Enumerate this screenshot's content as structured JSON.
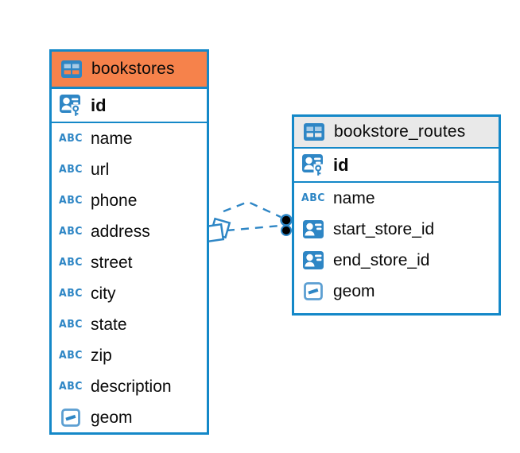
{
  "diagram": {
    "colors": {
      "accent_blue": "#1488C8",
      "icon_blue": "#2E86C5",
      "bookstores_header_orange": "#F6824B",
      "routes_header_gray": "#E9E9E9",
      "relationship_line_blue": "#2E86C5",
      "relationship_dot_black": "#000000"
    },
    "tables": [
      {
        "name": "bookstores",
        "columns": [
          {
            "name": "id",
            "icon": "primary-key-icon",
            "primary": true
          },
          {
            "name": "name",
            "icon": "text-type-icon"
          },
          {
            "name": "url",
            "icon": "text-type-icon"
          },
          {
            "name": "phone",
            "icon": "text-type-icon"
          },
          {
            "name": "address",
            "icon": "text-type-icon"
          },
          {
            "name": "street",
            "icon": "text-type-icon"
          },
          {
            "name": "city",
            "icon": "text-type-icon"
          },
          {
            "name": "state",
            "icon": "text-type-icon"
          },
          {
            "name": "zip",
            "icon": "text-type-icon"
          },
          {
            "name": "description",
            "icon": "text-type-icon"
          },
          {
            "name": "geom",
            "icon": "geometry-type-icon"
          }
        ]
      },
      {
        "name": "bookstore_routes",
        "columns": [
          {
            "name": "id",
            "icon": "primary-key-icon",
            "primary": true
          },
          {
            "name": "name",
            "icon": "text-type-icon"
          },
          {
            "name": "start_store_id",
            "icon": "foreign-key-icon"
          },
          {
            "name": "end_store_id",
            "icon": "foreign-key-icon"
          },
          {
            "name": "geom",
            "icon": "geometry-type-icon"
          }
        ]
      }
    ],
    "relationships": [
      {
        "from_table": "bookstore_routes",
        "to_table": "bookstores",
        "style": "dashed",
        "source_marker": "diamond",
        "target_marker": "black-dot"
      },
      {
        "from_table": "bookstore_routes",
        "to_table": "bookstores",
        "style": "dashed",
        "source_marker": "diamond",
        "target_marker": "black-dot"
      }
    ]
  }
}
